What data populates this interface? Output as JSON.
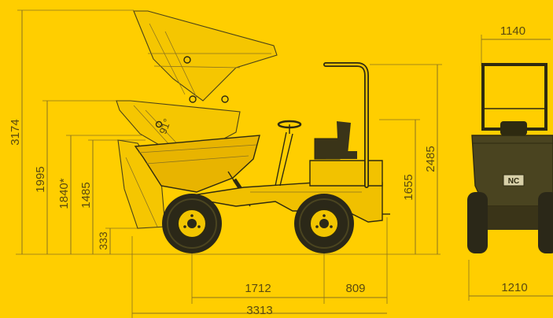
{
  "dimensions": {
    "total_height": "3174",
    "dump_height": "1995",
    "load_height": "1840*",
    "skip_height": "1485",
    "ground_clearance": "333",
    "seat_height": "1655",
    "rops_height": "2485",
    "wheelbase": "1712",
    "rear_overhang": "809",
    "total_length": "3313",
    "rops_width": "1140",
    "track_width": "1210",
    "tip_angle": "91°"
  },
  "brand": {
    "skip_badge": "NC"
  },
  "colors": {
    "background": "#FFCE00",
    "outline": "#2e2a10",
    "dimension": "#8a7320"
  }
}
